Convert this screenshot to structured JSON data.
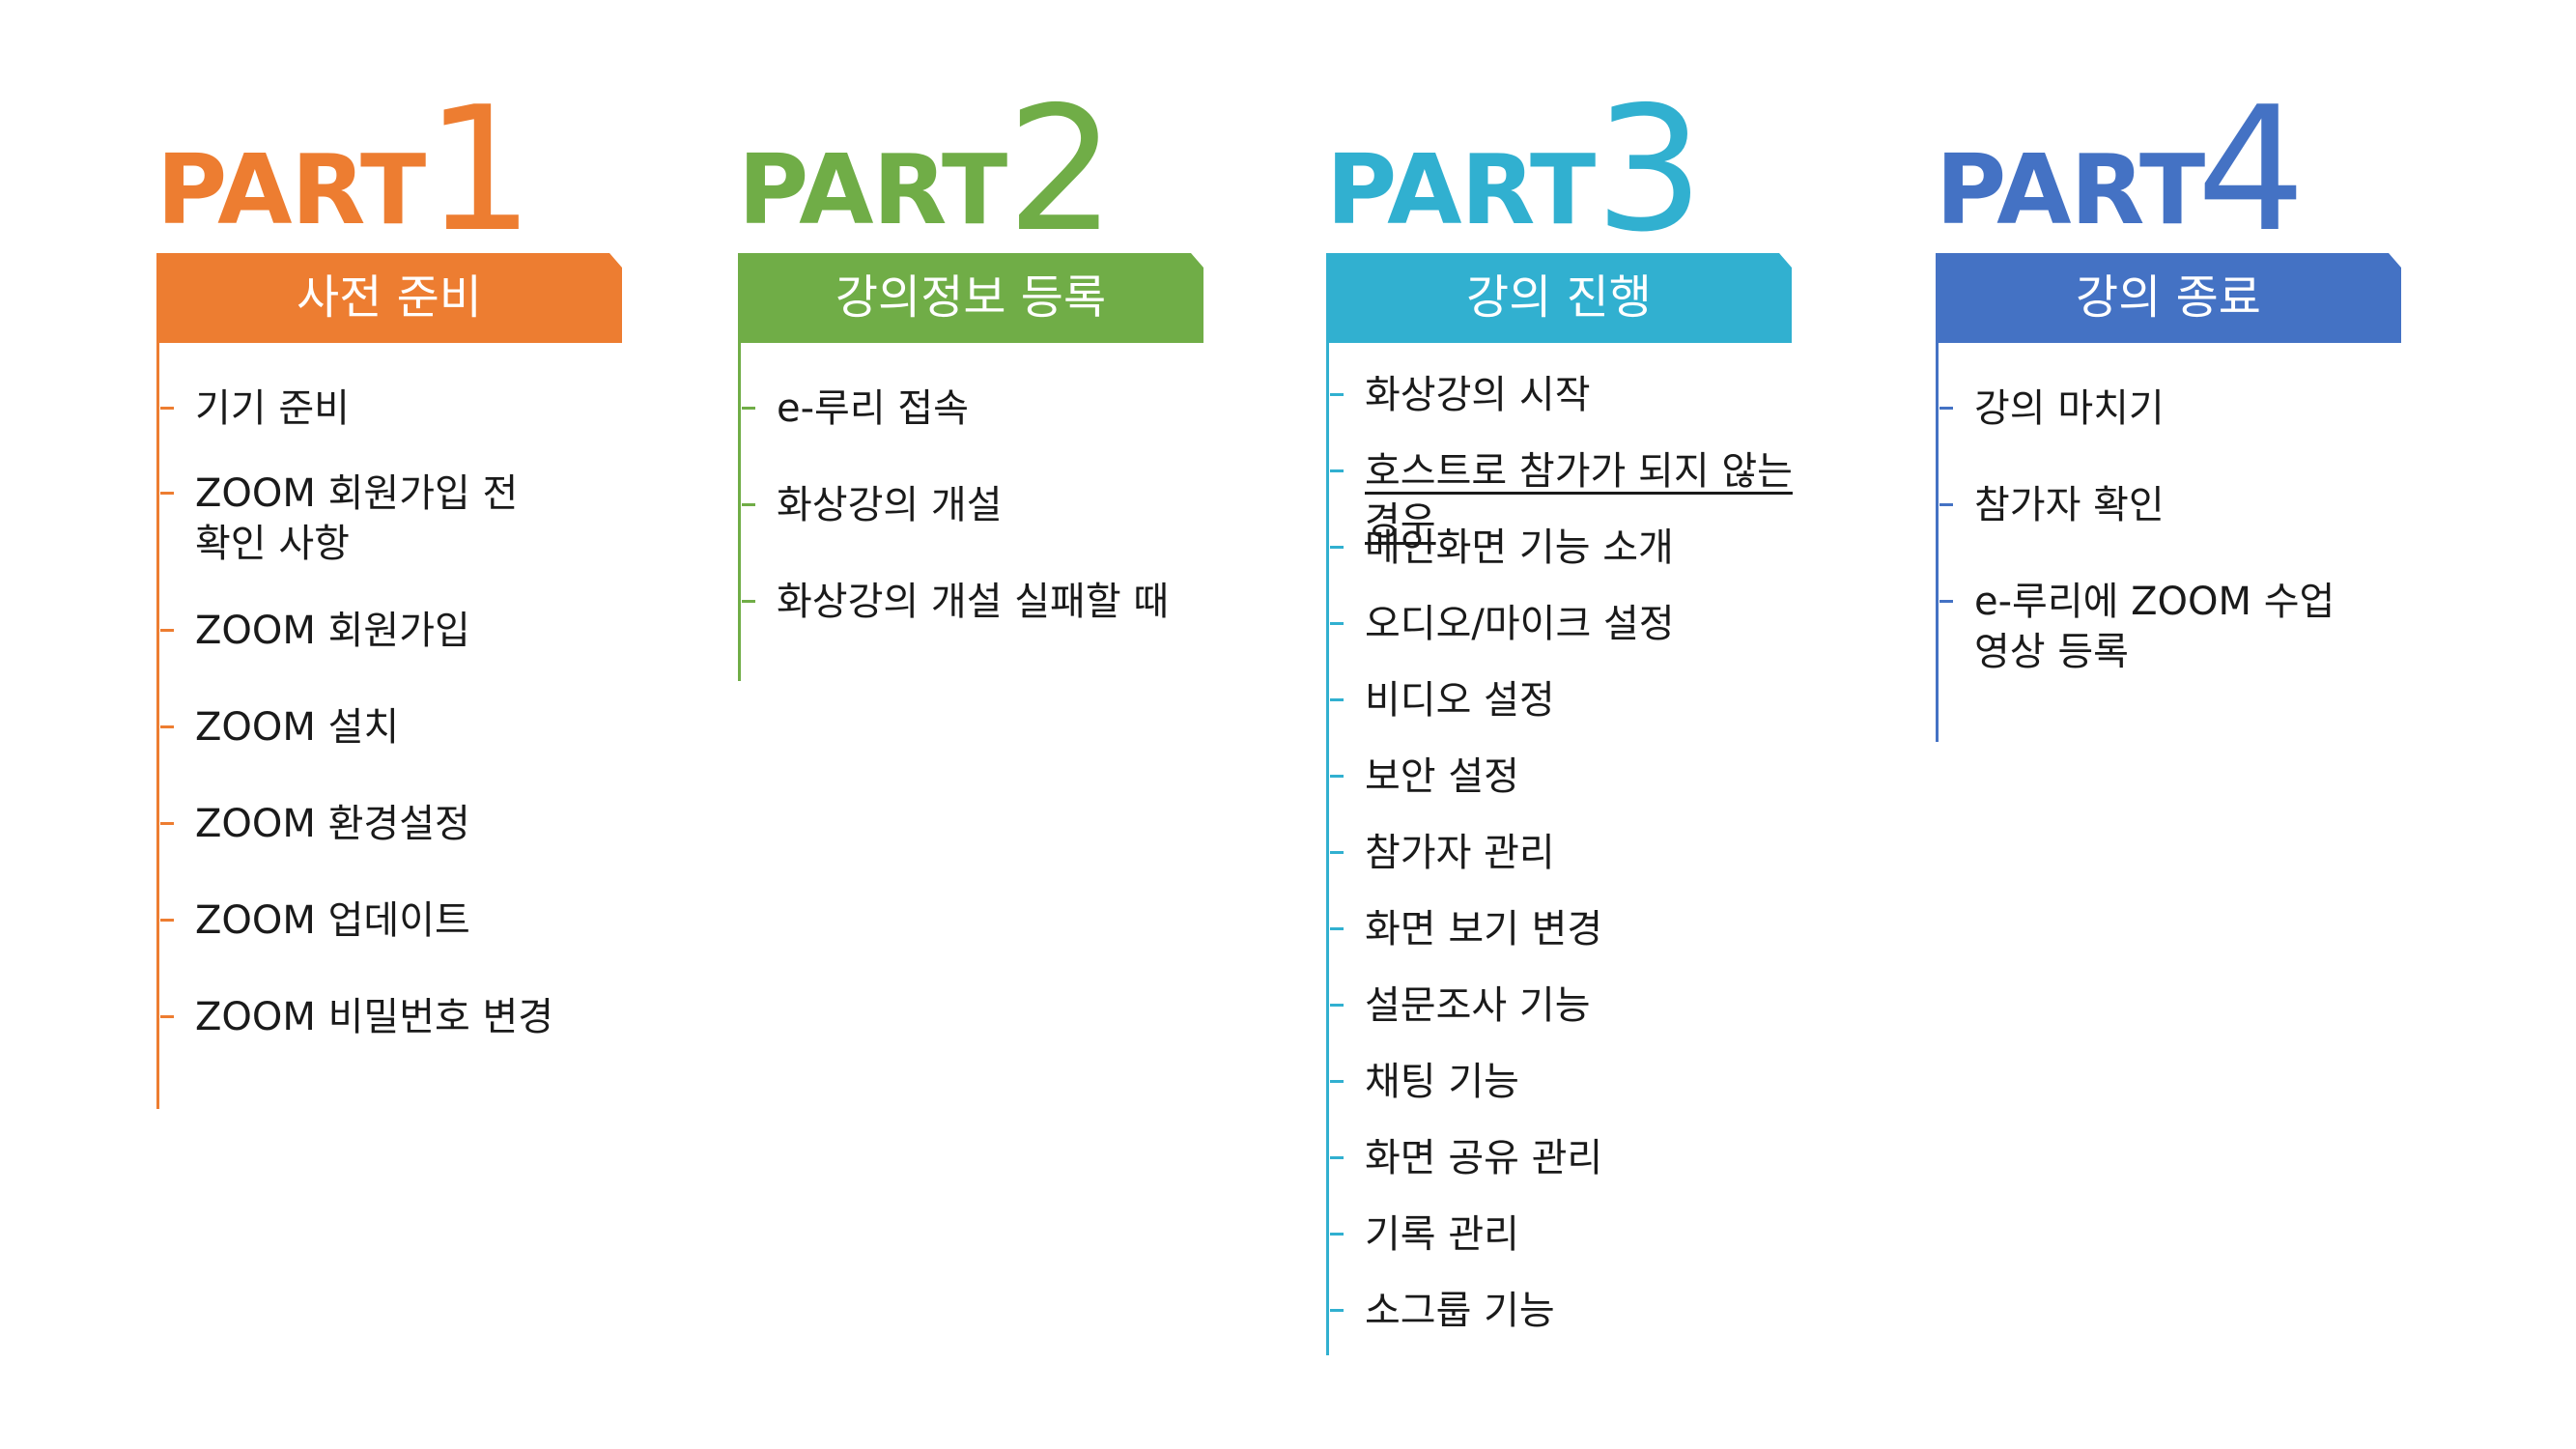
{
  "parts": [
    {
      "word": "PART",
      "number": "1",
      "color": "#ED7D31",
      "title": "사전 준비",
      "items": [
        "기기 준비",
        "ZOOM 회원가입 전\n확인 사항",
        "ZOOM 회원가입",
        "ZOOM 설치",
        "ZOOM 환경설정",
        "ZOOM 업데이트",
        "ZOOM 비밀번호 변경"
      ]
    },
    {
      "word": "PART",
      "number": "2",
      "color": "#70AD47",
      "title": "강의정보 등록",
      "items": [
        "e-루리 접속",
        "화상강의 개설",
        "화상강의 개설 실패할 때"
      ]
    },
    {
      "word": "PART",
      "number": "3",
      "color": "#31B0D0",
      "title": "강의 진행",
      "items": [
        "화상강의 시작",
        "호스트로 참가가 되지 않는 경우",
        "메인화면 기능 소개",
        "오디오/마이크 설정",
        "비디오 설정",
        "보안 설정",
        "참가자 관리",
        "화면 보기 변경",
        "설문조사 기능",
        "채팅 기능",
        "화면 공유 관리",
        "기록 관리",
        "소그룹 기능"
      ]
    },
    {
      "word": "PART",
      "number": "4",
      "color": "#4472C4",
      "title": "강의 종료",
      "items": [
        "강의 마치기",
        "참가자 확인",
        "e-루리에 ZOOM 수업\n영상 등록"
      ]
    }
  ]
}
